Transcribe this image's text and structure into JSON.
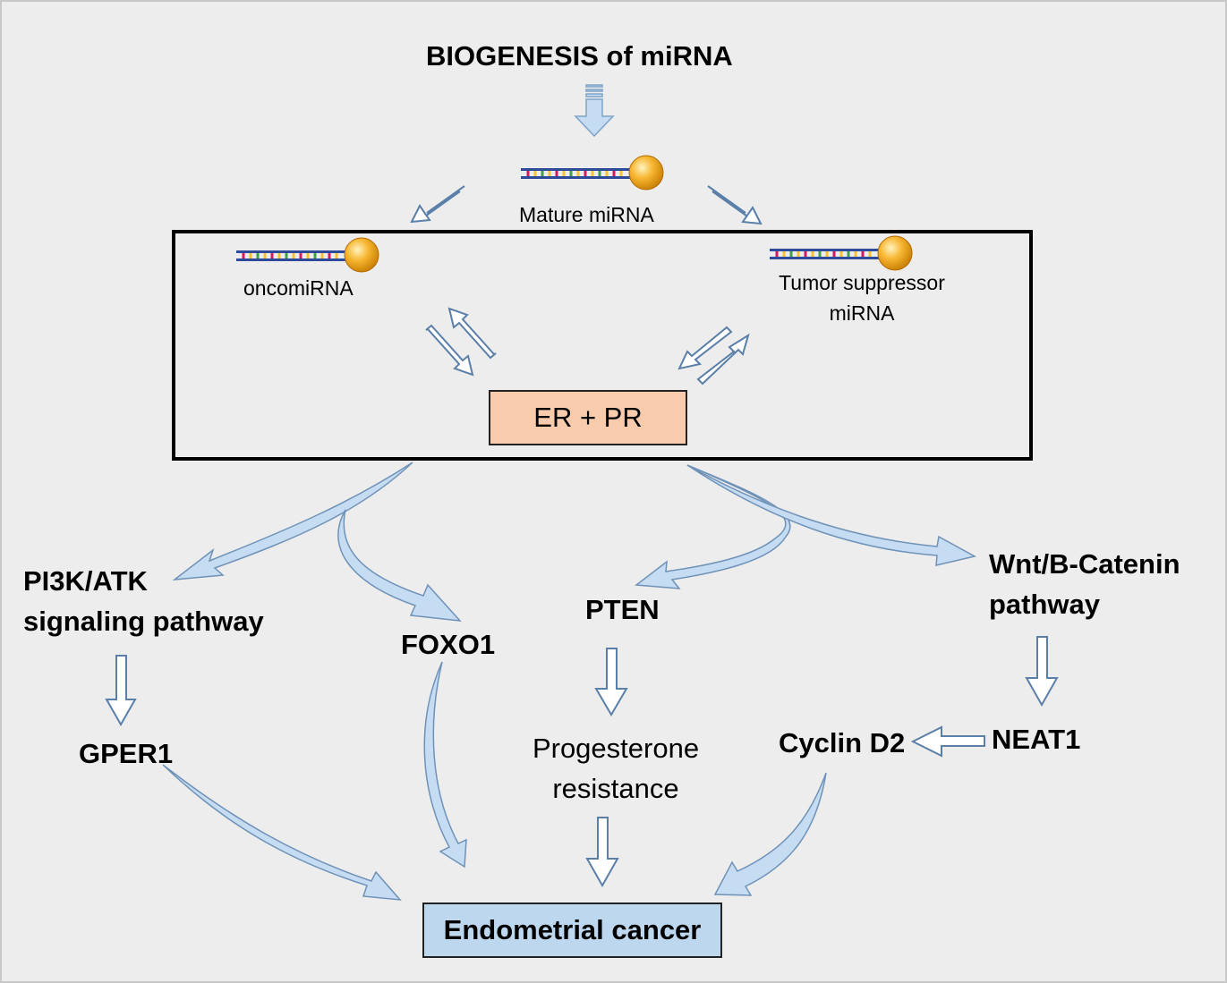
{
  "title": "BIOGENESIS of miRNA",
  "mature_label": "Mature miRNA",
  "onco_label": "oncomiRNA",
  "tumor_label_line1": "Tumor suppressor",
  "tumor_label_line2": "miRNA",
  "receptor_label": "ER + PR",
  "pi3k_line1": "PI3K/ATK",
  "pi3k_line2": "signaling pathway",
  "foxo1": "FOXO1",
  "pten": "PTEN",
  "wnt_line1": "Wnt/B-Catenin",
  "wnt_line2": "pathway",
  "gper1": "GPER1",
  "progesterone_line1": "Progesterone",
  "progesterone_line2": "resistance",
  "cyclin": "Cyclin D2",
  "neat1": "NEAT1",
  "outcome": "Endometrial cancer",
  "colors": {
    "background": "#ededed",
    "arrow_fill": "#c5dcf2",
    "arrow_stroke": "#5a7fa8",
    "receptor_box": "#f8cbad",
    "outcome_box": "#bdd7ee",
    "mirna_bead": "#f5a623"
  }
}
